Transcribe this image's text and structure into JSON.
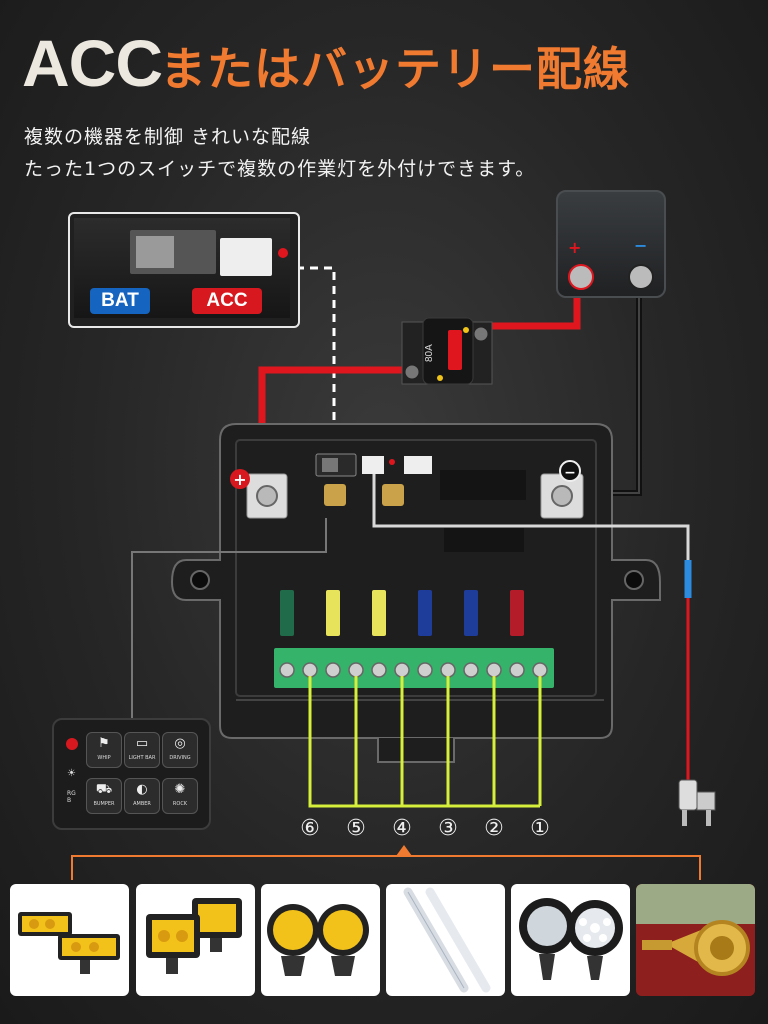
{
  "header": {
    "title_acc": "ACC",
    "title_jp": "またはバッテリー配線",
    "subtitle_1": "複数の機器を制御 きれいな配線",
    "subtitle_2": "たった1つのスイッチで複数の作業灯を外付けできます。"
  },
  "inset": {
    "bat_label": "BAT",
    "acc_label": "ACC"
  },
  "battery": {
    "positive_symbol": "+",
    "negative_symbol": "−"
  },
  "breaker": {
    "rating_label": "80A"
  },
  "module": {
    "positive_symbol": "+",
    "negative_symbol": "−"
  },
  "controller": {
    "buttons": [
      {
        "label": "WHIP",
        "icon": "flag-icon"
      },
      {
        "label": "LIGHT BAR",
        "icon": "light-bar-icon"
      },
      {
        "label": "DRIVING",
        "icon": "driving-lights-icon"
      },
      {
        "label": "BUMPER",
        "icon": "car-icon"
      },
      {
        "label": "AMBER",
        "icon": "headlight-icon"
      },
      {
        "label": "ROCK",
        "icon": "rock-light-icon"
      }
    ],
    "rgb_label": "RGB"
  },
  "channels": [
    "⑥",
    "⑤",
    "④",
    "③",
    "②",
    "①"
  ],
  "products": [
    {
      "icon": "amber-light-pods-icon"
    },
    {
      "icon": "amber-cube-lights-icon"
    },
    {
      "icon": "round-amber-lights-icon"
    },
    {
      "icon": "led-tube-lights-icon"
    },
    {
      "icon": "round-white-work-lights-icon"
    },
    {
      "icon": "air-horn-icon"
    }
  ],
  "colors": {
    "accent_orange": "#f07a30",
    "bat_blue": "#1565c0",
    "acc_red": "#d7191f",
    "wire_red": "#e0161e",
    "terminal_green": "#35b36a",
    "wire_yellow": "#d6ef3a"
  }
}
